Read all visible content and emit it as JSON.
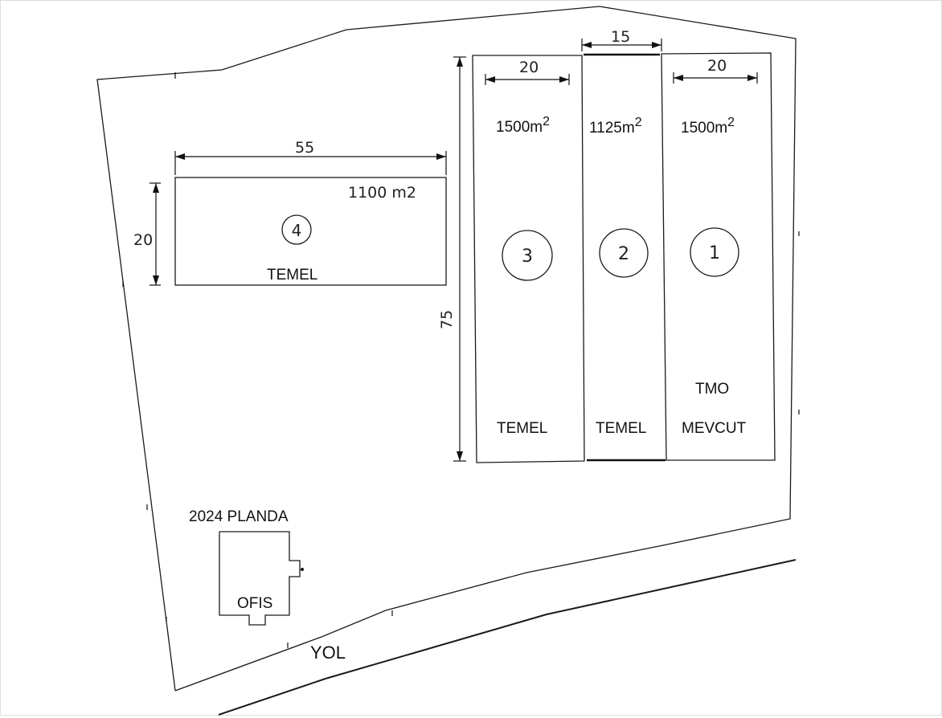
{
  "site_plan": {
    "road_label": "YOL",
    "office": {
      "label": "OFIS",
      "note": "2024 PLANDA"
    },
    "dimensions": {
      "block4_width": "55",
      "block4_depth": "20",
      "block3_width": "20",
      "block2_width": "15",
      "block1_width": "20",
      "blocks_depth": "75"
    },
    "blocks": [
      {
        "id": "1",
        "area_base": "1500m",
        "area_exp": "2",
        "label_top": "TMO",
        "label": "MEVCUT"
      },
      {
        "id": "2",
        "area_base": "1125m",
        "area_exp": "2",
        "label": "TEMEL"
      },
      {
        "id": "3",
        "area_base": "1500m",
        "area_exp": "2",
        "label": "TEMEL"
      },
      {
        "id": "4",
        "area": "1100 m2",
        "label": "TEMEL"
      }
    ]
  }
}
